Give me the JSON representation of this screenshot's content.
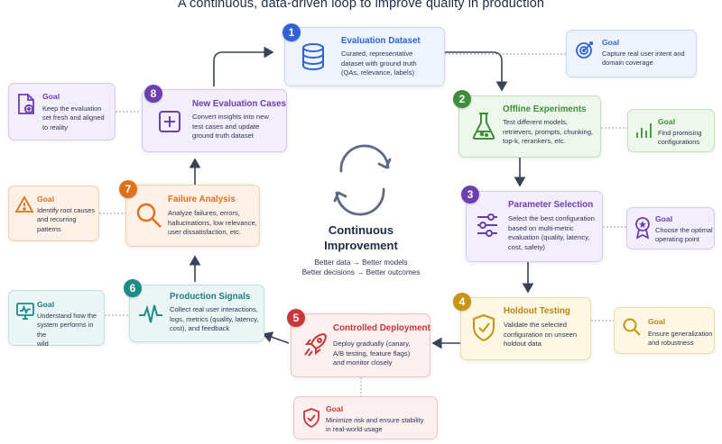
{
  "title": "A continuous, data-driven loop to improve quality in production",
  "center": {
    "title_line1": "Continuous",
    "title_line2": "Improvement",
    "line1": "Better data → Better models",
    "line2": "Better decisions → Better outcomes"
  },
  "stages": [
    {
      "number": "1",
      "title": "Evaluation Dataset",
      "description": [
        "Curated, representative",
        "dataset with ground truth",
        "(QAs, relevance, labels)"
      ],
      "icon": "database-icon",
      "color": "#2f63d6"
    },
    {
      "number": "2",
      "title": "Offline Experiments",
      "description": [
        "Test different models,",
        "retrievers, prompts, chunking,",
        "top-k, rerankers, etc."
      ],
      "icon": "flask-icon",
      "color": "#3f8f3a"
    },
    {
      "number": "3",
      "title": "Parameter Selection",
      "description": [
        "Select the best configuration",
        "based on multi-metric",
        "evaluation (quality, latency,",
        "cost, safety)"
      ],
      "icon": "sliders-icon",
      "color": "#6c3fb0"
    },
    {
      "number": "4",
      "title": "Holdout Testing",
      "description": [
        "Validate the selected",
        "configuration on unseen",
        "holdout data"
      ],
      "icon": "shield-check-icon",
      "color": "#c99410"
    },
    {
      "number": "5",
      "title": "Controlled Deployment",
      "description": [
        "Deploy gradually (canary,",
        "A/B testing, feature flags)",
        "and monitor closely"
      ],
      "icon": "rocket-icon",
      "color": "#c8373b"
    },
    {
      "number": "6",
      "title": "Production Signals",
      "description": [
        "Collect real user interactions,",
        "logs, metrics (quality, latency,",
        "cost), and feedback"
      ],
      "icon": "pulse-icon",
      "color": "#1f8a8a"
    },
    {
      "number": "7",
      "title": "Failure Analysis",
      "description": [
        "Analyze failures, errors,",
        "hallucinations, low relevance,",
        "user dissatisfaction, etc."
      ],
      "icon": "magnifier-icon",
      "color": "#e0701e"
    },
    {
      "number": "8",
      "title": "New Evaluation Cases",
      "description": [
        "Convert insights into new",
        "test cases and update",
        "ground truth dataset"
      ],
      "icon": "plus-square-icon",
      "color": "#6c3fb0"
    }
  ],
  "goals": [
    {
      "label": "Goal",
      "description": [
        "Capture real user intent and",
        "domain coverage"
      ],
      "icon": "target-icon"
    },
    {
      "label": "Goal",
      "description": [
        "Find promising",
        "configurations"
      ],
      "icon": "bar-chart-icon"
    },
    {
      "label": "Goal",
      "description": [
        "Choose the optimal",
        "operating point"
      ],
      "icon": "award-icon"
    },
    {
      "label": "Goal",
      "description": [
        "Ensure generalization",
        "and robustness"
      ],
      "icon": "magnifier-icon"
    },
    {
      "label": "Goal",
      "description": [
        "Minimize risk and ensure stability",
        "in real-world usage"
      ],
      "icon": "shield-check-icon"
    },
    {
      "label": "Goal",
      "description": [
        "Understand how the",
        "system performs in the",
        "wild"
      ],
      "icon": "monitor-icon"
    },
    {
      "label": "Goal",
      "description": [
        "Identify root causes",
        "and recurring",
        "patterns"
      ],
      "icon": "warning-icon"
    },
    {
      "label": "Goal",
      "description": [
        "Keep the evaluation",
        "set fresh and aligned",
        "to reality"
      ],
      "icon": "file-plus-icon"
    }
  ]
}
